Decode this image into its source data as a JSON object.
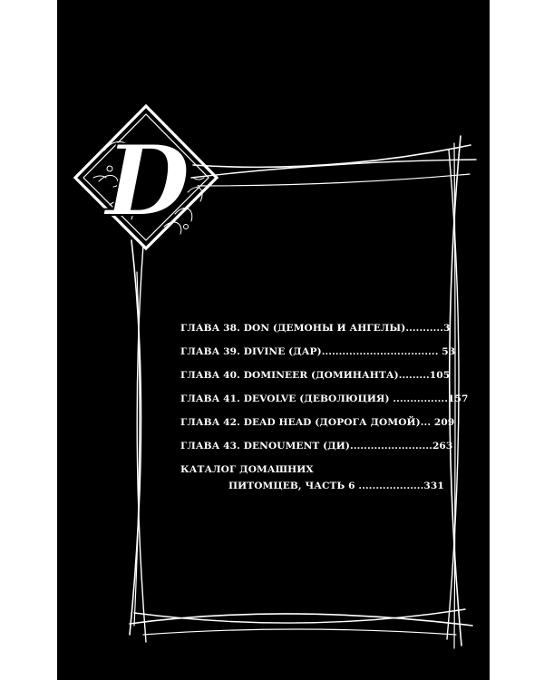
{
  "emblem": {
    "letter": "D"
  },
  "toc": {
    "entries": [
      {
        "title": "ГЛАВА 38. DON (ДЕМОНЫ И АНГЕЛЫ)",
        "leaders": "...........",
        "page": "3"
      },
      {
        "title": "ГЛАВА 39. DIVINE (ДАР)",
        "leaders": ".................................. ",
        "page": "53"
      },
      {
        "title": "ГЛАВА 40. DOMINEER (ДОМИНАНТА)",
        "leaders": ".........",
        "page": "105"
      },
      {
        "title": "ГЛАВА 41. DEVOLVE (ДЕВОЛЮЦИЯ)",
        "leaders": " ................",
        "page": "157"
      },
      {
        "title": "ГЛАВА 42. DEAD HEAD (ДОРОГА ДОМОЙ)",
        "leaders": "... ",
        "page": "209"
      },
      {
        "title": "ГЛАВА 43. DENOUMENT (ДИ)",
        "leaders": "........................",
        "page": "263"
      }
    ],
    "catalog": {
      "line1": "КАТАЛОГ ДОМАШНИХ",
      "line2": "ПИТОМЦЕВ, ЧАСТЬ 6",
      "leaders": " ...................",
      "page": "331"
    }
  },
  "colors": {
    "background": "#000000",
    "ink": "#ffffff",
    "margin": "#ffffff"
  }
}
